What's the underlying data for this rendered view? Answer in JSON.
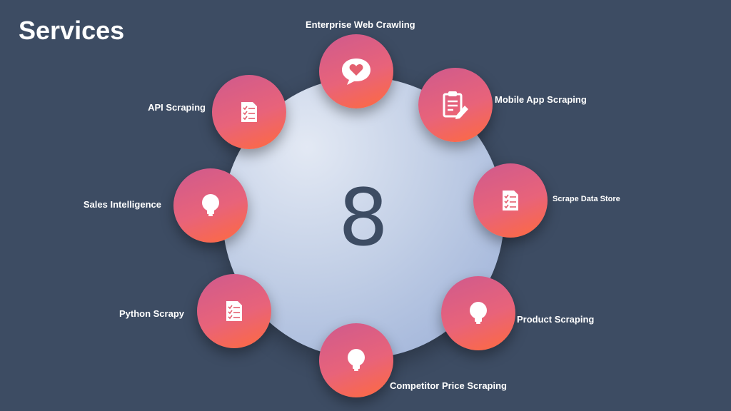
{
  "title": "Services",
  "center_number": "8",
  "services": [
    {
      "label": "Enterprise Web Crawling",
      "icon": "heart-chat-icon"
    },
    {
      "label": "Mobile App Scraping",
      "icon": "clipboard-pen-icon"
    },
    {
      "label": "Scrape Data Store",
      "icon": "checklist-document-icon"
    },
    {
      "label": "Product Scraping",
      "icon": "lightbulb-icon"
    },
    {
      "label": "Competitor Price Scraping",
      "icon": "lightbulb-icon"
    },
    {
      "label": "Python Scrapy",
      "icon": "checklist-document-icon"
    },
    {
      "label": "Sales Intelligence",
      "icon": "lightbulb-icon"
    },
    {
      "label": "API Scraping",
      "icon": "checklist-document-icon"
    }
  ],
  "colors": {
    "background": "#3d4c63",
    "node_gradient_start": "#cf5a8d",
    "node_gradient_end": "#ff6a3d",
    "center_circle": "#c2cfe6"
  }
}
